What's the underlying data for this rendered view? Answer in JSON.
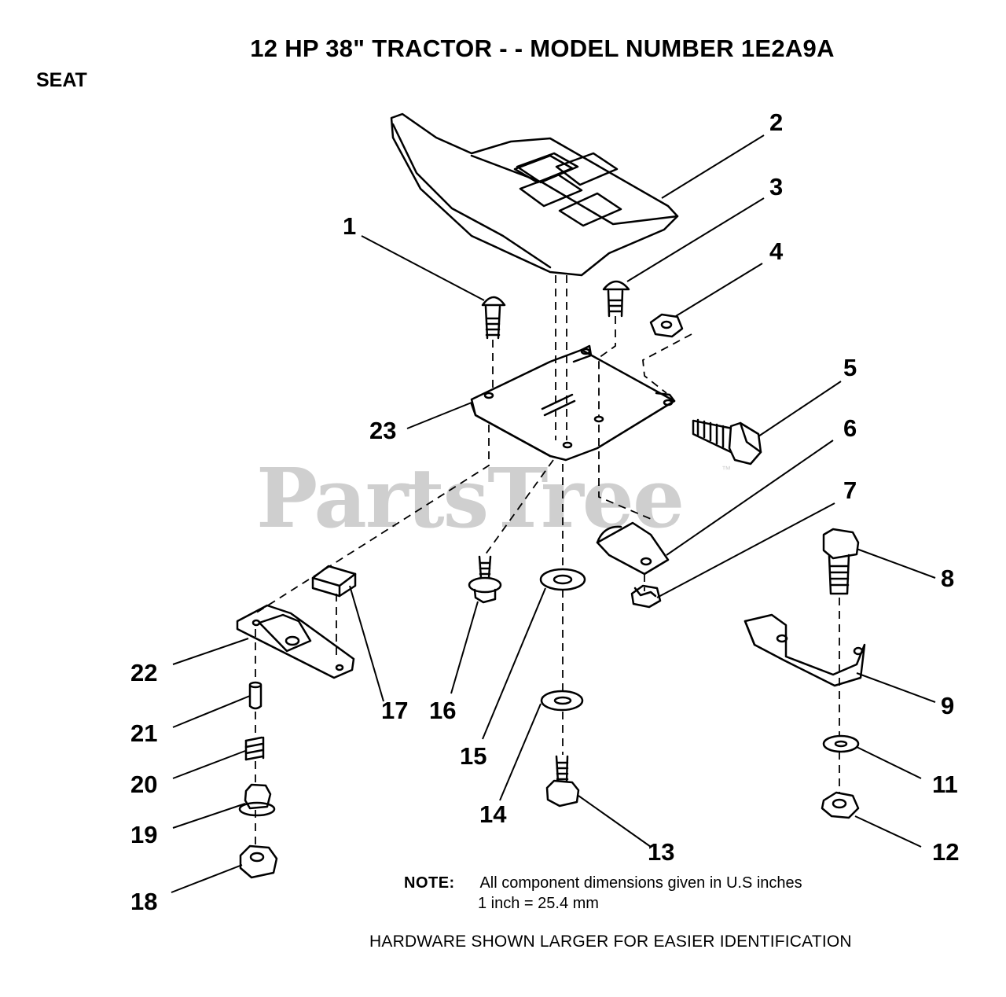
{
  "header": {
    "title": "12 HP 38\" TRACTOR - - MODEL NUMBER 1E2A9A",
    "section": "SEAT"
  },
  "watermark": {
    "text": "PartsTree",
    "trademark": "™"
  },
  "callouts": {
    "c1": "1",
    "c2": "2",
    "c3": "3",
    "c4": "4",
    "c5": "5",
    "c6": "6",
    "c7": "7",
    "c8": "8",
    "c9": "9",
    "c11": "11",
    "c12": "12",
    "c13": "13",
    "c14": "14",
    "c15": "15",
    "c16": "16",
    "c17": "17",
    "c18": "18",
    "c19": "19",
    "c20": "20",
    "c21": "21",
    "c22": "22",
    "c23": "23"
  },
  "note": {
    "label": "NOTE:",
    "line1": "All component dimensions given in U.S  inches",
    "line2": "1 inch = 25.4 mm"
  },
  "footer": "HARDWARE SHOWN LARGER FOR EASIER IDENTIFICATION"
}
